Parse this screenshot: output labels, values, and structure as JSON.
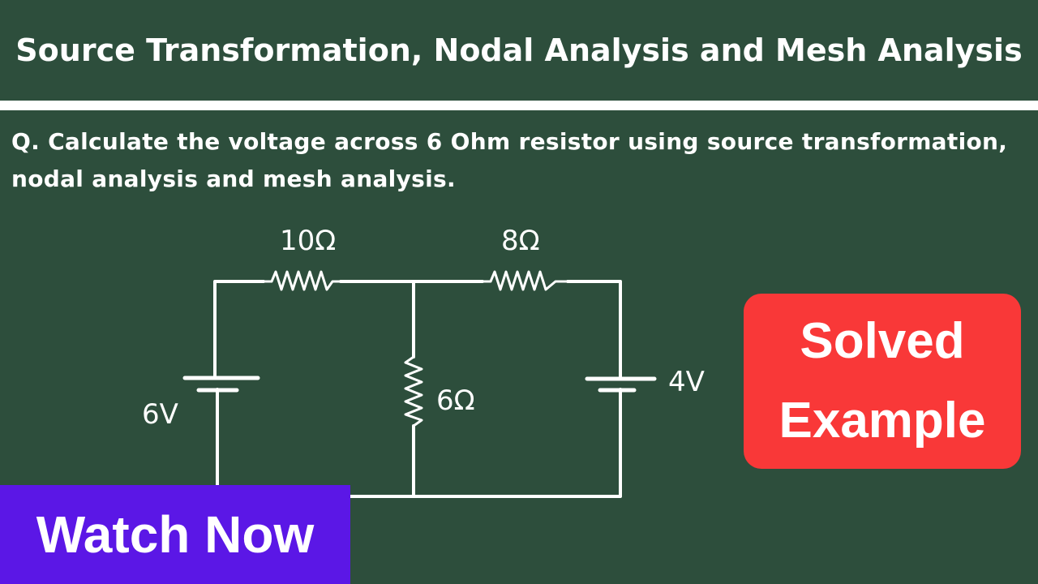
{
  "title": "Source Transformation, Nodal Analysis and Mesh Analysis",
  "question": "Q. Calculate the voltage across 6 Ohm resistor using source transformation, nodal analysis and mesh analysis.",
  "circuit": {
    "r1_label": "10Ω",
    "r2_label": "8Ω",
    "r3_label": "6Ω",
    "v1_label": "6V",
    "v2_label": "4V"
  },
  "badge": {
    "line1": "Solved",
    "line2": "Example",
    "color": "#f93838"
  },
  "cta": {
    "label": "Watch Now",
    "color": "#5b17e6"
  }
}
